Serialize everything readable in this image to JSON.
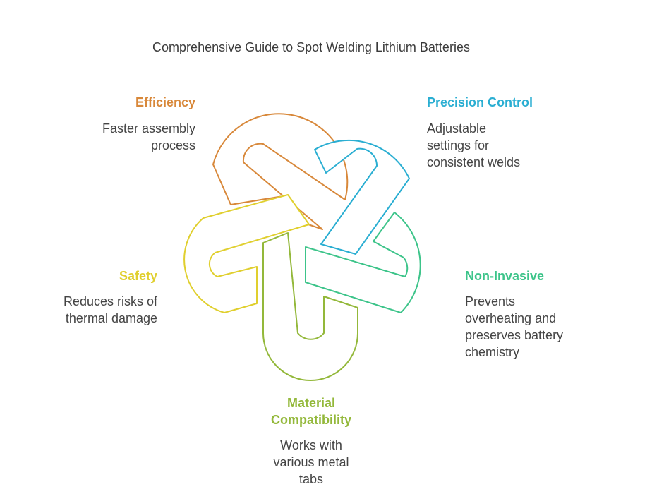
{
  "title": "Comprehensive Guide to Spot Welding Lithium Batteries",
  "colors": {
    "efficiency": "#D8883A",
    "precision": "#2AAED2",
    "noninvasive": "#3DC48A",
    "compatibility": "#93B83A",
    "safety": "#E0CF2E"
  },
  "items": {
    "efficiency": {
      "heading": "Efficiency",
      "desc": [
        "Faster assembly",
        "process"
      ]
    },
    "precision": {
      "heading": "Precision Control",
      "desc": [
        "Adjustable",
        "settings for",
        "consistent welds"
      ]
    },
    "noninvasive": {
      "heading": "Non-Invasive",
      "desc": [
        "Prevents",
        "overheating and",
        "preserves battery",
        "chemistry"
      ]
    },
    "compatibility": {
      "heading": [
        "Material",
        "Compatibility"
      ],
      "desc": [
        "Works with",
        "various metal",
        "tabs"
      ]
    },
    "safety": {
      "heading": "Safety",
      "desc": [
        "Reduces risks of",
        "thermal damage"
      ]
    }
  }
}
